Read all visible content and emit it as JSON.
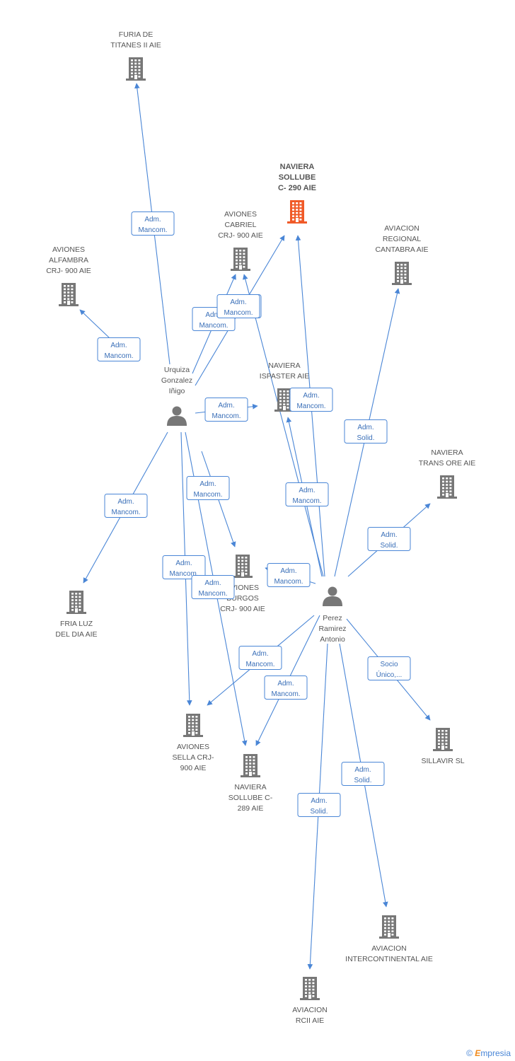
{
  "colors": {
    "edge": "#4a86d6",
    "building": "#777777",
    "main_building": "#f05a28",
    "person": "#777777"
  },
  "nodes": [
    {
      "id": "furia",
      "type": "company",
      "label": [
        "FURIA DE",
        "TITANES II AIE"
      ]
    },
    {
      "id": "naviera290",
      "type": "company",
      "main": true,
      "label": [
        "NAVIERA",
        "SOLLUBE",
        "C- 290 AIE"
      ]
    },
    {
      "id": "cabriel",
      "type": "company",
      "label": [
        "AVIONES",
        "CABRIEL",
        "CRJ- 900 AIE"
      ]
    },
    {
      "id": "alfambra",
      "type": "company",
      "label": [
        "AVIONES",
        "ALFAMBRA",
        "CRJ- 900 AIE"
      ]
    },
    {
      "id": "regional",
      "type": "company",
      "label": [
        "AVIACION",
        "REGIONAL",
        "CANTABRA AIE"
      ]
    },
    {
      "id": "ispaster",
      "type": "company",
      "label": [
        "NAVIERA",
        "ISPASTER AIE"
      ]
    },
    {
      "id": "urquiza",
      "type": "person",
      "label": [
        "Urquiza",
        "Gonzalez",
        "Iñigo"
      ]
    },
    {
      "id": "transore",
      "type": "company",
      "label": [
        "NAVIERA",
        "TRANS ORE AIE"
      ]
    },
    {
      "id": "burgos",
      "type": "company",
      "label": [
        "AVIONES",
        "BURGOS",
        "CRJ- 900 AIE"
      ]
    },
    {
      "id": "frialuz",
      "type": "company",
      "label": [
        "FRIA LUZ",
        "DEL DIA AIE"
      ]
    },
    {
      "id": "perez",
      "type": "person",
      "label": [
        "Perez",
        "Ramirez",
        "Antonio"
      ]
    },
    {
      "id": "sella",
      "type": "company",
      "label": [
        "AVIONES",
        "SELLA CRJ-",
        "900 AIE"
      ]
    },
    {
      "id": "sillavir",
      "type": "company",
      "label": [
        "SILLAVIR SL"
      ]
    },
    {
      "id": "naviera289",
      "type": "company",
      "label": [
        "NAVIERA",
        "SOLLUBE C-",
        "289 AIE"
      ]
    },
    {
      "id": "intercontinental",
      "type": "company",
      "label": [
        "AVIACION",
        "INTERCONTINENTAL AIE"
      ]
    },
    {
      "id": "rcii",
      "type": "company",
      "label": [
        "AVIACION",
        "RCII AIE"
      ]
    }
  ],
  "edges": [
    {
      "from": "urquiza",
      "to": "furia",
      "label": [
        "Adm.",
        "Mancom."
      ]
    },
    {
      "from": "urquiza",
      "to": "naviera290",
      "label": [
        "Adm.",
        "Mancom."
      ]
    },
    {
      "from": "urquiza",
      "to": "cabriel",
      "label": [
        "Adm.",
        "Mancom."
      ]
    },
    {
      "from": "urquiza",
      "to": "alfambra",
      "label": [
        "Adm.",
        "Mancom."
      ]
    },
    {
      "from": "urquiza",
      "to": "ispaster",
      "label": [
        "Adm.",
        "Mancom."
      ]
    },
    {
      "from": "urquiza",
      "to": "burgos",
      "label": [
        "Adm.",
        "Mancom."
      ]
    },
    {
      "from": "urquiza",
      "to": "frialuz",
      "label": [
        "Adm.",
        "Mancom."
      ]
    },
    {
      "from": "urquiza",
      "to": "sella",
      "label": [
        "Adm.",
        "Mancom."
      ]
    },
    {
      "from": "urquiza",
      "to": "naviera289",
      "label": [
        "Adm.",
        "Mancom."
      ]
    },
    {
      "from": "perez",
      "to": "naviera290",
      "label": [
        "Adm.",
        "Mancom."
      ]
    },
    {
      "from": "perez",
      "to": "cabriel",
      "label": [
        "Adm.",
        "Mancom."
      ]
    },
    {
      "from": "perez",
      "to": "ispaster",
      "label": [
        "Adm.",
        "Mancom."
      ]
    },
    {
      "from": "perez",
      "to": "regional",
      "label": [
        "Adm.",
        "Solid."
      ]
    },
    {
      "from": "perez",
      "to": "transore",
      "label": [
        "Adm.",
        "Solid."
      ]
    },
    {
      "from": "perez",
      "to": "burgos",
      "label": [
        "Adm.",
        "Mancom."
      ]
    },
    {
      "from": "perez",
      "to": "sella",
      "label": [
        "Adm.",
        "Mancom."
      ]
    },
    {
      "from": "perez",
      "to": "naviera289",
      "label": [
        "Adm.",
        "Mancom."
      ]
    },
    {
      "from": "perez",
      "to": "sillavir",
      "label": [
        "Socio",
        "Único,..."
      ]
    },
    {
      "from": "perez",
      "to": "intercontinental",
      "label": [
        "Adm.",
        "Solid."
      ]
    },
    {
      "from": "perez",
      "to": "rcii",
      "label": [
        "Adm.",
        "Solid."
      ]
    }
  ],
  "brand": {
    "symbol": "©",
    "initial": "E",
    "name": "mpresia"
  }
}
